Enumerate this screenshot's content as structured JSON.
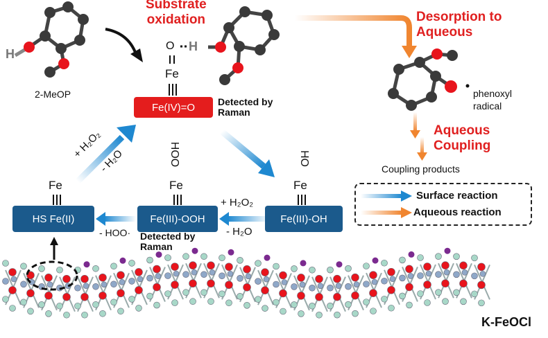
{
  "labels": {
    "substrate_oxidation": "Substrate\noxidation",
    "desorption": "Desorption to\nAqueous",
    "aqueous_coupling": "Aqueous\nCoupling",
    "phenoxyl_radical": "phenoxyl\nradical",
    "coupling_products": "Coupling products",
    "two_meop": "2-MeOP",
    "detected_raman_1": "Detected by\nRaman",
    "detected_raman_2": "Detected by\nRaman",
    "k_feocl": "K-FeOCl"
  },
  "boxes": {
    "fe_iv_o": "Fe(IV)=O",
    "hs_fe_ii": "HS Fe(II)",
    "fe_iii_ooh": "Fe(III)-OOH",
    "fe_iii_oh": "Fe(III)-OH"
  },
  "ligands": {
    "fe": "Fe",
    "o": "O",
    "h": "H",
    "ooh": "HOO",
    "oh": "HO"
  },
  "reagents": {
    "plus_h2o2_diag": "+ H₂O₂",
    "minus_h2o_diag": "- H₂O",
    "plus_h2o2": "+ H₂O₂",
    "minus_h2o": "- H₂O",
    "minus_hoo": "- HOO·"
  },
  "legend": {
    "surface": "Surface reaction",
    "aqueous": "Aqueous reaction"
  },
  "colors": {
    "surface_arrow": "#1e88d0",
    "aqueous_arrow": "#f0852f",
    "box_blue": "#1b5a8c",
    "box_red": "#e41d1d",
    "atom_red": "#e8141c",
    "atom_dark": "#3a3a3a"
  }
}
